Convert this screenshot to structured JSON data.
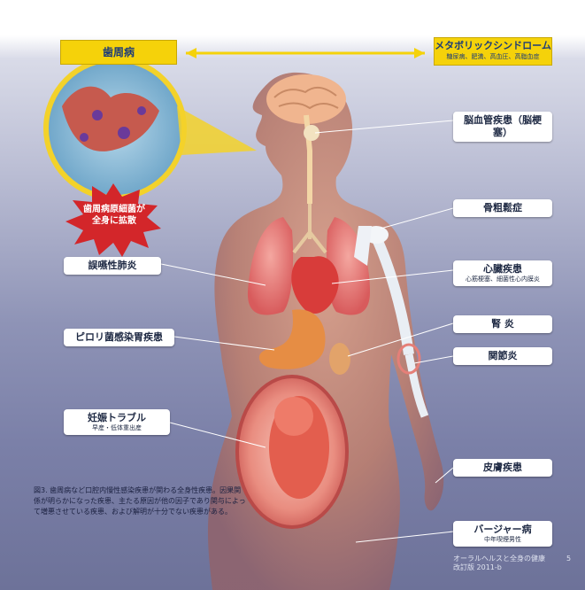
{
  "header": {
    "left": "歯周病",
    "right_title": "メタボリックシンドローム",
    "right_sub": "糖尿病、肥満、高血圧、高脂血症"
  },
  "burst": {
    "line1": "歯周病原細菌が",
    "line2": "全身に拡散"
  },
  "labels": {
    "aspiration_pneumonia": "誤嚥性肺炎",
    "pylori": "ピロリ菌感染胃疾患",
    "pregnancy_title": "妊娠トラブル",
    "pregnancy_sub": "早産・低体重出産",
    "cerebrovascular": "脳血管疾患（脳梗塞）",
    "osteoporosis": "骨粗鬆症",
    "heart_title": "心臓疾患",
    "heart_sub": "心筋梗塞、細菌性心内膜炎",
    "nephritis": "腎 炎",
    "arthritis": "関節炎",
    "skin": "皮膚疾患",
    "buerger_title": "バージャー病",
    "buerger_sub": "中年喫煙男性"
  },
  "caption": "図3. 歯周病など口腔内慢性感染疾患が関わる全身性疾患。因果関係が明らかになった疾患、主たる原因が他の因子であり関与によって増悪させている疾患、および解明が十分でない疾患がある。",
  "footer": {
    "line1": "オーラルヘルスと全身の健康",
    "line2": "改訂版 2011-b",
    "page": "5"
  },
  "colors": {
    "highlight_yellow": "#f5d20a",
    "burst_red": "#d3262a",
    "label_text": "#1f2a44"
  }
}
